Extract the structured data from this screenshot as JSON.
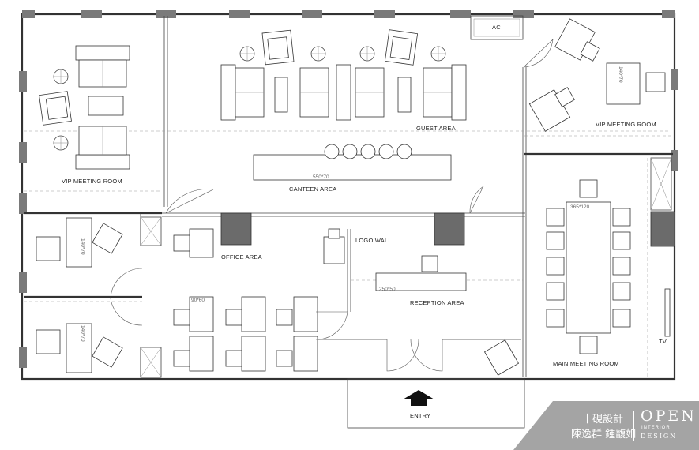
{
  "rooms": {
    "vip_left": "VIP MEETING ROOM",
    "guest": "GUEST AREA",
    "canteen": "CANTEEN AREA",
    "vip_right": "VIP MEETING ROOM",
    "office": "OFFICE AREA",
    "logo_wall": "LOGO WALL",
    "reception": "RECEPTION AREA",
    "main_meeting": "MAIN MEETING ROOM",
    "entry": "ENTRY",
    "ac": "AC",
    "tv": "TV"
  },
  "dimensions": {
    "canteen_counter": "550*70",
    "vip_desk": "140*70",
    "meeting_table": "365*120",
    "office_desk_1": "140*70",
    "office_desk_2": "140*70",
    "workstation": "90*60",
    "reception_desk": "250*50"
  },
  "brand": {
    "line1": "十硯設計",
    "line2": "陳逸群 鍾馥如",
    "name": "OPEN",
    "tag1": "INTERIOR",
    "tag2": "DESIGN"
  }
}
